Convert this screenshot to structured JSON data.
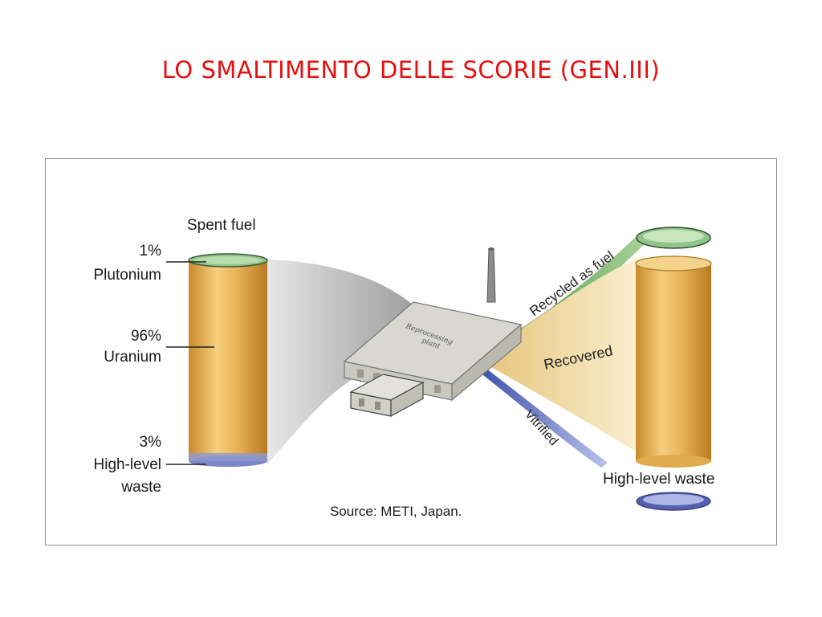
{
  "title": "LO SMALTIMENTO DELLE SCORIE (GEN.III)",
  "diagram": {
    "spent_fuel_label": "Spent fuel",
    "composition": [
      {
        "percent": "1%",
        "name": "Plutonium"
      },
      {
        "percent": "96%",
        "name": "Uranium"
      },
      {
        "percent": "3%",
        "name": "High-level",
        "name2": "waste"
      }
    ],
    "plant_label_line1": "Reprocessing",
    "plant_label_line2": "plant",
    "flows": {
      "recycled": "Recycled as fuel",
      "recovered": "Recovered",
      "vitrified": "Vitrified"
    },
    "output_label": "High-level waste",
    "source": "Source: METI, Japan."
  },
  "colors": {
    "title": "#e41010",
    "fuel_rod": "#e8b355",
    "plutonium_cap": "#8fc58a",
    "waste_cap": "#7a86c8",
    "recovered_beam": "#f0d9a0"
  }
}
